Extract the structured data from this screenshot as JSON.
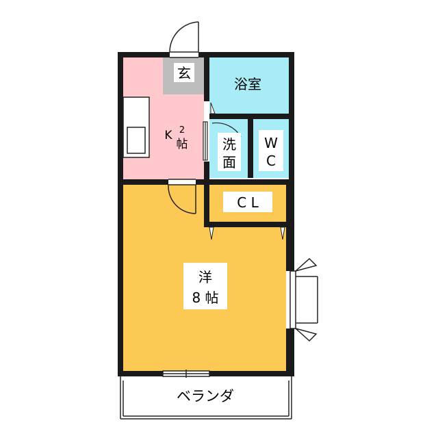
{
  "rooms": {
    "genkan": {
      "label": "玄",
      "color": "#bdbdbd"
    },
    "kitchen": {
      "label_k": "K",
      "label_size": "2",
      "label_unit": "帖",
      "color": "#ffc8cc"
    },
    "bath": {
      "label": "浴室",
      "color": "#a8ecf8"
    },
    "senmen": {
      "label_1": "洗",
      "label_2": "面",
      "color": "#a8ecf8"
    },
    "wc": {
      "label_1": "W",
      "label_2": "C",
      "color": "#a8ecf8"
    },
    "closet": {
      "label": "C L",
      "color": "#e6e6dc"
    },
    "western": {
      "label_1": "洋",
      "label_2": "8 帖",
      "color": "#fcc955"
    },
    "veranda": {
      "label": "ベランダ",
      "color": "#ffffff"
    }
  },
  "colors": {
    "wall": "#1a1a1a",
    "line": "#222222"
  }
}
